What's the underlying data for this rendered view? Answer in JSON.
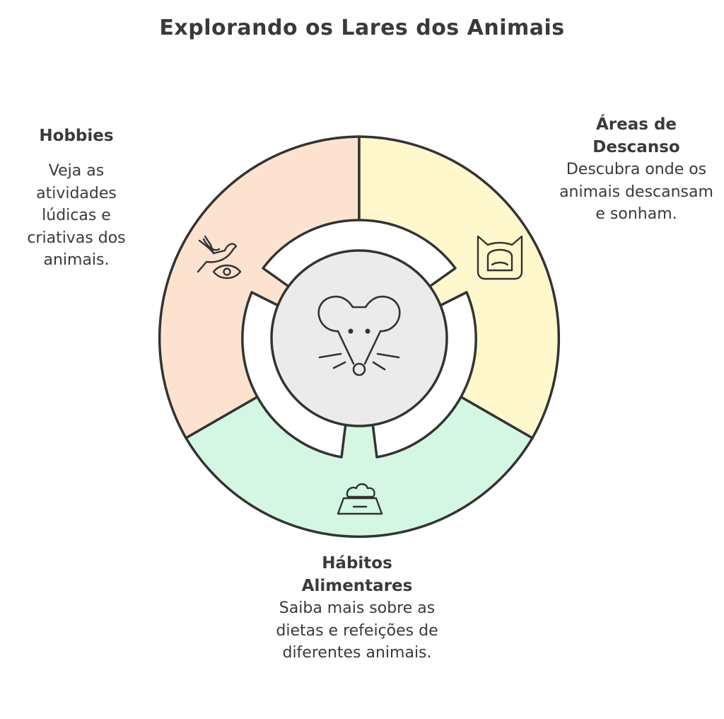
{
  "title": "Explorando os Lares dos Animais",
  "center": {
    "icon": "mouse-icon"
  },
  "segments": [
    {
      "id": "hobbies",
      "heading": "Hobbies",
      "description": "Veja as atividades lúdicas e criativas dos animais.",
      "color": "#fde3cf",
      "icon": "dove-eye-icon"
    },
    {
      "id": "rest",
      "heading": "Áreas de Descanso",
      "description": "Descubra onde os animais descansam e sonham.",
      "color": "#fff8cc",
      "icon": "pet-bed-icon"
    },
    {
      "id": "food",
      "heading": "Hábitos Alimentares",
      "description": "Saiba mais sobre as dietas e refeições de diferentes animais.",
      "color": "#d3f7e3",
      "icon": "food-bowl-icon"
    }
  ],
  "colors": {
    "stroke": "#333333",
    "center_fill": "#ebebeb"
  }
}
